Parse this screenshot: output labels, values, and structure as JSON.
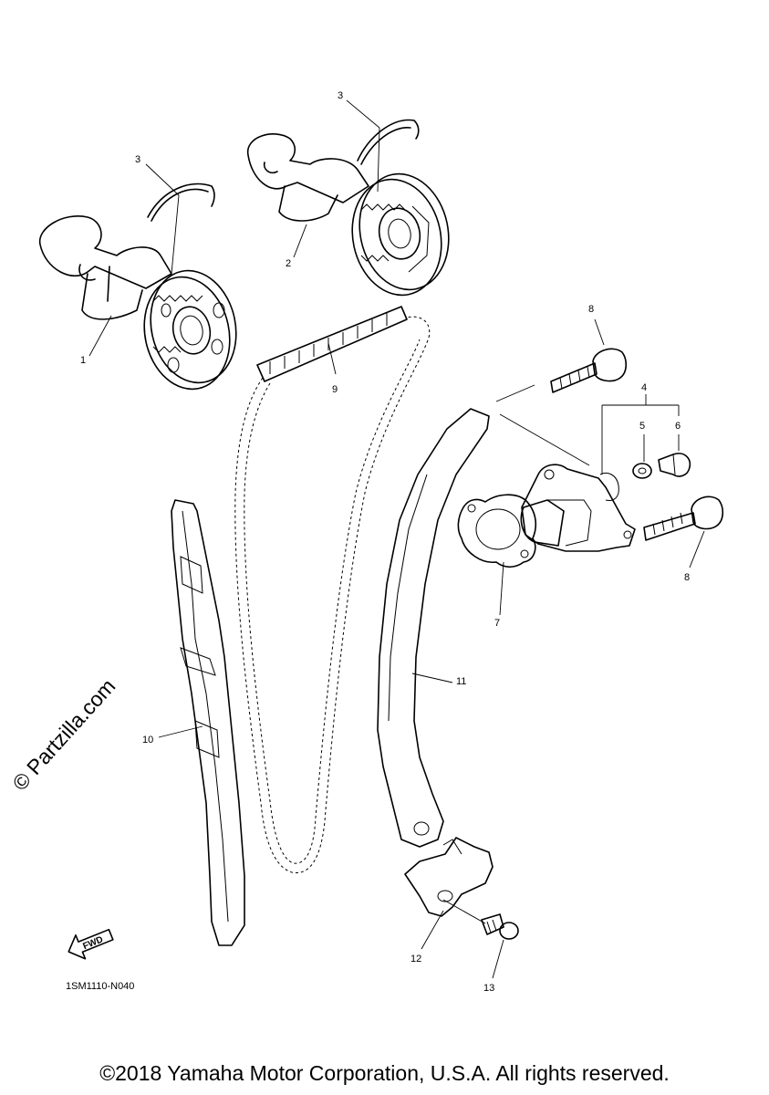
{
  "callouts": [
    "1",
    "2",
    "3",
    "3",
    "4",
    "5",
    "6",
    "7",
    "8",
    "8",
    "9",
    "10",
    "11",
    "12",
    "13"
  ],
  "diagram_code": "1SM1110-N040",
  "watermark": "© Partzilla.com",
  "fwd_label": "FWD",
  "copyright": "©2018 Yamaha Motor Corporation, U.S.A. All rights reserved.",
  "icons": [
    "fwd-arrow-icon"
  ]
}
